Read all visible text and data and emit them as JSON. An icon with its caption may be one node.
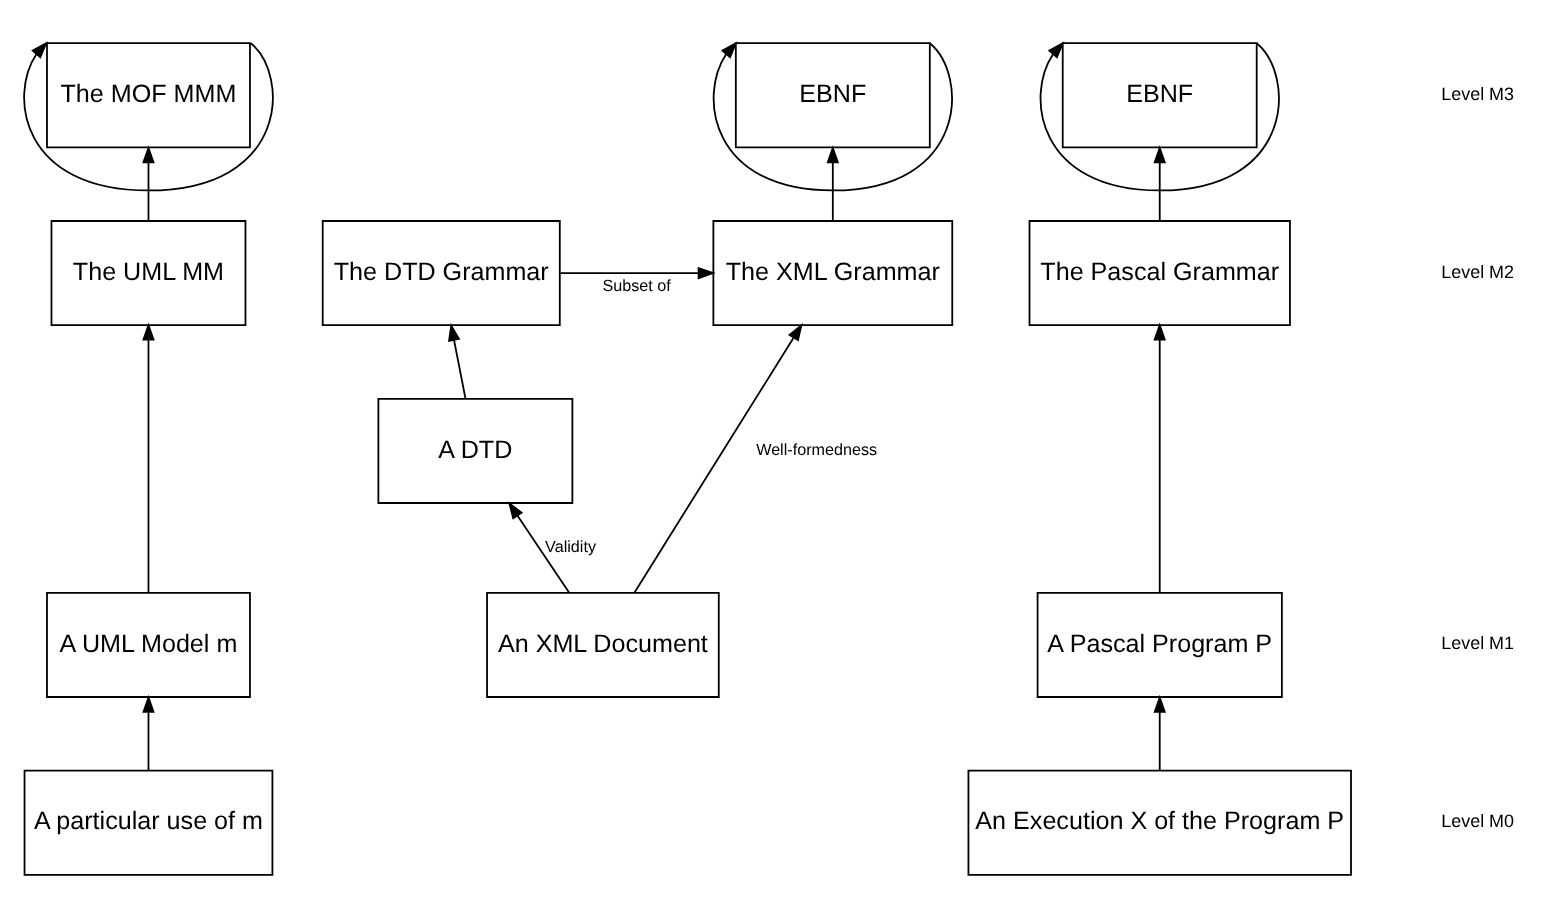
{
  "diagram": {
    "nodes": [
      {
        "text": [
          "The MOF MMM"
        ]
      },
      {
        "text": [
          "The UML MM"
        ]
      },
      {
        "text": [
          "A UML Model m"
        ]
      },
      {
        "text": [
          "A particular use of m"
        ]
      },
      {
        "text": [
          "EBNF"
        ]
      },
      {
        "text": [
          "The XML Grammar"
        ]
      },
      {
        "text": [
          "The DTD Grammar"
        ]
      },
      {
        "text": [
          "A DTD"
        ]
      },
      {
        "text": [
          "An XML Document"
        ]
      },
      {
        "text": [
          "EBNF"
        ]
      },
      {
        "text": [
          "The Pascal Grammar"
        ]
      },
      {
        "text": [
          "A Pascal Program P"
        ]
      },
      {
        "text": [
          "An Execution X of the Program P"
        ]
      }
    ],
    "edges": [
      {
        "from": 0,
        "to": 0,
        "arrow": "to"
      },
      {
        "from": 1,
        "to": 0,
        "arrow": "to"
      },
      {
        "from": 2,
        "to": 1,
        "arrow": "to"
      },
      {
        "from": 3,
        "to": 2,
        "arrow": "to"
      },
      {
        "from": 4,
        "to": 4,
        "arrow": "to"
      },
      {
        "from": 5,
        "to": 4,
        "arrow": "to"
      },
      {
        "from": 6,
        "to": 5,
        "arrow": "to",
        "label": "Subset of"
      },
      {
        "from": 7,
        "to": 6,
        "arrow": "to"
      },
      {
        "from": 8,
        "to": 5,
        "arrow": "to",
        "label": "Well-formedness"
      },
      {
        "from": 8,
        "to": 7,
        "arrow": "to",
        "label": "Validity"
      },
      {
        "from": 9,
        "to": 9,
        "arrow": "to"
      },
      {
        "from": 10,
        "to": 9,
        "arrow": "to"
      },
      {
        "from": 11,
        "to": 10,
        "arrow": "to"
      },
      {
        "from": 12,
        "to": 11,
        "arrow": "to"
      }
    ],
    "labels": [
      "Level M3",
      "Level M2",
      "Level M1",
      "Level M0"
    ]
  }
}
